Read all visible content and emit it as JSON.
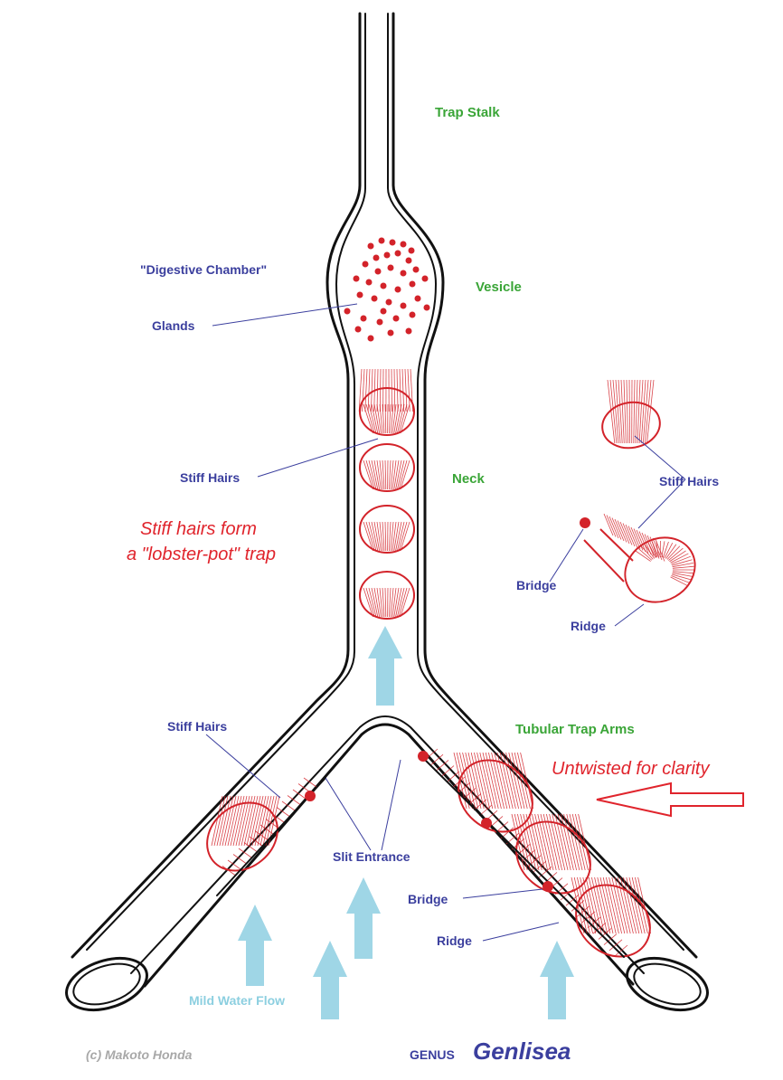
{
  "labels": {
    "trap_stalk": "Trap Stalk",
    "digestive_chamber": "\"Digestive Chamber\"",
    "vesicle": "Vesicle",
    "glands": "Glands",
    "stiff_hairs_neck": "Stiff Hairs",
    "neck": "Neck",
    "lobster_line1": "Stiff hairs form",
    "lobster_line2": "a \"lobster-pot\" trap",
    "stiff_hairs_detail": "Stiff Hairs",
    "bridge_detail": "Bridge",
    "ridge_detail": "Ridge",
    "stiff_hairs_arm": "Stiff Hairs",
    "tubular_trap_arms": "Tubular Trap Arms",
    "untwisted": "Untwisted for clarity",
    "slit_entrance": "Slit Entrance",
    "bridge_arm": "Bridge",
    "ridge_arm": "Ridge",
    "mild_water_flow": "Mild Water Flow",
    "credit": "(c) Makoto Honda",
    "genus_prefix": "GENUS",
    "genus_name": "Genlisea"
  },
  "colors": {
    "structure_label": "#3aa537",
    "part_label": "#3b3f9e",
    "water_flow": "#9fd6e6",
    "annotation_red": "#e0242c",
    "credit_gray": "#a8a8a8"
  }
}
